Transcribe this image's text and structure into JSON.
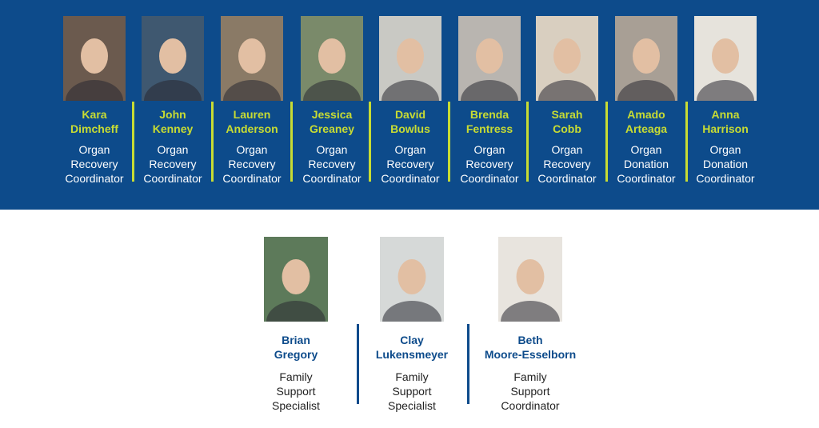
{
  "colors": {
    "band": "#0d4b8b",
    "accent": "#c8dc33",
    "text_dark": "#222222"
  },
  "top_team": [
    {
      "first": "Kara",
      "last": "Dimcheff",
      "role": [
        "Organ",
        "Recovery",
        "Coordinator"
      ],
      "photo": "headshot-icon"
    },
    {
      "first": "John",
      "last": "Kenney",
      "role": [
        "Organ",
        "Recovery",
        "Coordinator"
      ],
      "photo": "headshot-icon"
    },
    {
      "first": "Lauren",
      "last": "Anderson",
      "role": [
        "Organ",
        "Recovery",
        "Coordinator"
      ],
      "photo": "headshot-icon"
    },
    {
      "first": "Jessica",
      "last": "Greaney",
      "role": [
        "Organ",
        "Recovery",
        "Coordinator"
      ],
      "photo": "headshot-icon"
    },
    {
      "first": "David",
      "last": "Bowlus",
      "role": [
        "Organ",
        "Recovery",
        "Coordinator"
      ],
      "photo": "headshot-icon"
    },
    {
      "first": "Brenda",
      "last": "Fentress",
      "role": [
        "Organ",
        "Recovery",
        "Coordinator"
      ],
      "photo": "headshot-icon"
    },
    {
      "first": "Sarah",
      "last": "Cobb",
      "role": [
        "Organ",
        "Recovery",
        "Coordinator"
      ],
      "photo": "headshot-icon"
    },
    {
      "first": "Amado",
      "last": "Arteaga",
      "role": [
        "Organ",
        "Donation",
        "Coordinator"
      ],
      "photo": "headshot-icon"
    },
    {
      "first": "Anna",
      "last": "Harrison",
      "role": [
        "Organ",
        "Donation",
        "Coordinator"
      ],
      "photo": "headshot-icon"
    }
  ],
  "bottom_team": [
    {
      "first": "Brian",
      "last": "Gregory",
      "role": [
        "Family",
        "Support",
        "Specialist"
      ],
      "photo": "headshot-icon"
    },
    {
      "first": "Clay",
      "last": "Lukensmeyer",
      "role": [
        "Family",
        "Support",
        "Specialist"
      ],
      "photo": "headshot-icon"
    },
    {
      "first": "Beth",
      "last": "Moore-Esselborn",
      "role": [
        "Family",
        "Support",
        "Coordinator"
      ],
      "photo": "headshot-icon"
    }
  ]
}
